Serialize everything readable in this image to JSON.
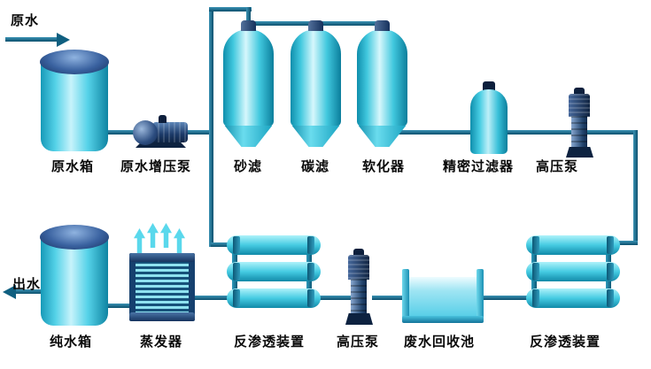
{
  "diagram": {
    "labels": {
      "raw_water": "原水",
      "raw_water_tank": "原水箱",
      "booster_pump": "原水增压泵",
      "sand_filter": "砂滤",
      "carbon_filter": "碳滤",
      "softener": "软化器",
      "precision_filter": "精密过滤器",
      "hp_pump_top": "高压泵",
      "outlet": "出水",
      "pure_water_tank": "纯水箱",
      "evaporator": "蒸发器",
      "ro_left": "反渗透装置",
      "hp_pump_bottom": "高压泵",
      "waste_pool": "废水回收池",
      "ro_right": "反渗透装置"
    },
    "colors": {
      "pipe": "#0f5f80",
      "equipment_cyan": "#41cbe2",
      "dome_navy": "#1d3c6e",
      "pump_navy": "#13294e",
      "water_light": "#bfecf7"
    }
  }
}
